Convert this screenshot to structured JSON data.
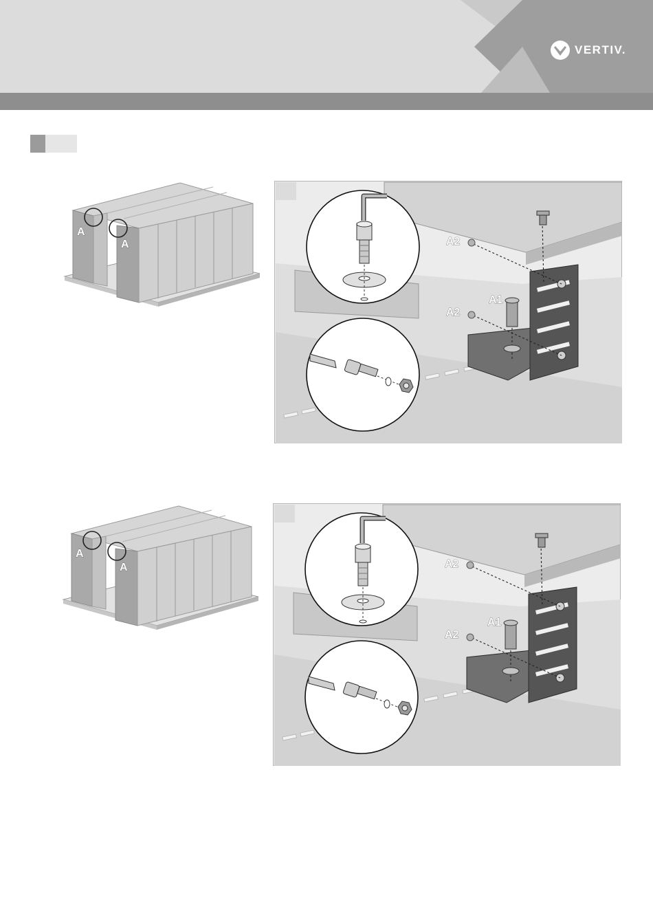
{
  "header": {
    "brand": "VERTIV.",
    "colors": {
      "band_light": "#dcdcdc",
      "band_mid": "#c8c8c8",
      "band_dark": "#9e9e9e",
      "stripe": "#8e8e8e"
    }
  },
  "figures": [
    {
      "overview_labels": [
        "A",
        "A"
      ],
      "detail_labels": {
        "a2_upper": "A2",
        "a1": "A1",
        "a2_lower": "A2"
      }
    },
    {
      "overview_labels": [
        "A",
        "A"
      ],
      "detail_labels": {
        "a2_upper": "A2",
        "a1": "A1",
        "a2_lower": "A2"
      }
    }
  ]
}
